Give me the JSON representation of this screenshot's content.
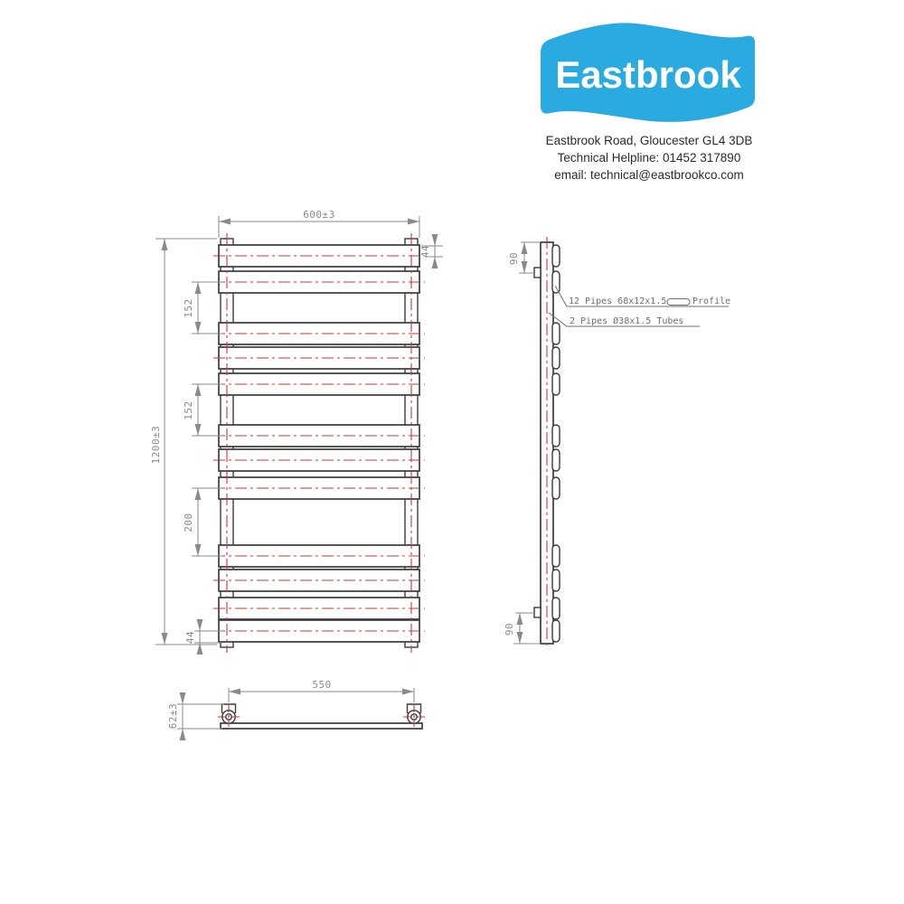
{
  "brand": {
    "name": "Eastbrook",
    "address": "Eastbrook Road, Gloucester GL4 3DB",
    "helpline": "Technical Helpline: 01452 317890",
    "email": "email: technical@eastbrookco.com",
    "logo_color": "#29ABE2"
  },
  "front_view": {
    "width_dim": "600±3",
    "height_dim": "1200±3",
    "top_pipe_offset": "44",
    "bottom_pipe_offset": "44",
    "gap_dims": [
      "152",
      "152",
      "200"
    ]
  },
  "side_view": {
    "top_bracket_offset": "90",
    "bottom_bracket_offset": "90",
    "note_pipes": "12 Pipes 68x12x1.5",
    "note_pipes_suffix": "Profile",
    "note_tubes": "2 Pipes Ø38x1.5 Tubes"
  },
  "top_view": {
    "centres_dim": "550",
    "depth_dim": "62±3"
  },
  "colors": {
    "object_line": "#3b3b3b",
    "centerline_red": "#cf3434",
    "dimension_gray": "#8a8a8a"
  }
}
